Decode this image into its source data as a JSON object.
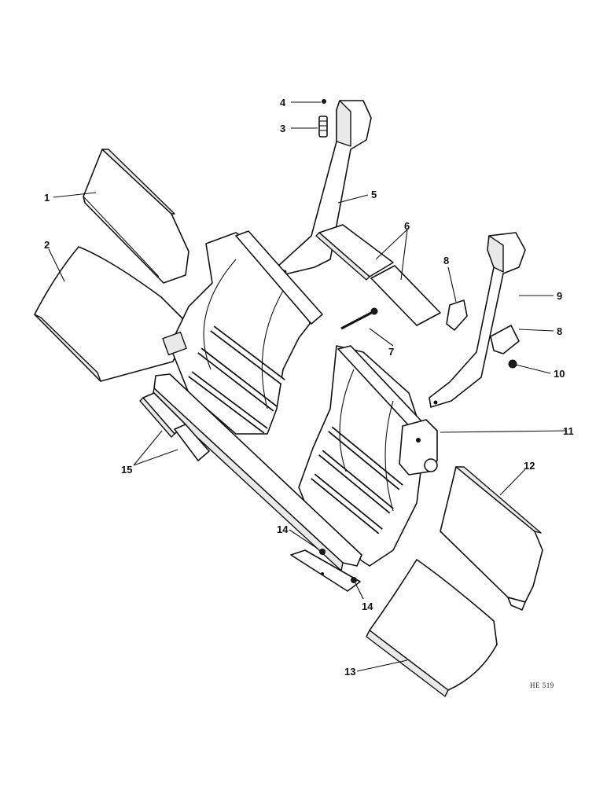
{
  "figure_code": "HE 519",
  "callouts": [
    {
      "id": "c1",
      "label": "1"
    },
    {
      "id": "c2",
      "label": "2"
    },
    {
      "id": "c3",
      "label": "3"
    },
    {
      "id": "c4",
      "label": "4"
    },
    {
      "id": "c5",
      "label": "5"
    },
    {
      "id": "c6",
      "label": "6"
    },
    {
      "id": "c7",
      "label": "7"
    },
    {
      "id": "c8a",
      "label": "8"
    },
    {
      "id": "c8b",
      "label": "8"
    },
    {
      "id": "c9",
      "label": "9"
    },
    {
      "id": "c10",
      "label": "10"
    },
    {
      "id": "c11",
      "label": "11"
    },
    {
      "id": "c12",
      "label": "12"
    },
    {
      "id": "c13",
      "label": "13"
    },
    {
      "id": "c14a",
      "label": "14"
    },
    {
      "id": "c14b",
      "label": "14"
    },
    {
      "id": "c15",
      "label": "15"
    }
  ]
}
